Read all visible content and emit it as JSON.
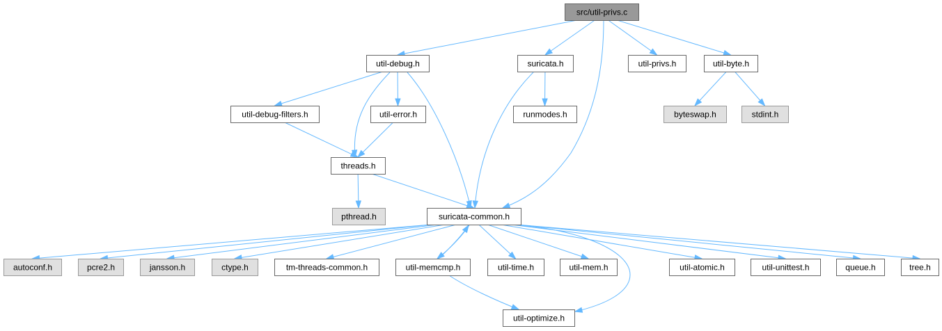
{
  "graph": {
    "colors": {
      "edge": "#63b8ff",
      "root_fill": "#999999",
      "node_fill": "#ffffff",
      "system_fill": "#e0e0e0",
      "border": "#666666"
    },
    "nodes": [
      {
        "id": "root",
        "label": "src/util-privs.c",
        "kind": "root"
      },
      {
        "id": "util_debug",
        "label": "util-debug.h",
        "kind": "normal"
      },
      {
        "id": "suricata",
        "label": "suricata.h",
        "kind": "normal"
      },
      {
        "id": "util_privs",
        "label": "util-privs.h",
        "kind": "normal"
      },
      {
        "id": "util_byte",
        "label": "util-byte.h",
        "kind": "normal"
      },
      {
        "id": "util_debug_filters",
        "label": "util-debug-filters.h",
        "kind": "normal"
      },
      {
        "id": "util_error",
        "label": "util-error.h",
        "kind": "normal"
      },
      {
        "id": "runmodes",
        "label": "runmodes.h",
        "kind": "normal"
      },
      {
        "id": "byteswap",
        "label": "byteswap.h",
        "kind": "system"
      },
      {
        "id": "stdint",
        "label": "stdint.h",
        "kind": "system"
      },
      {
        "id": "threads",
        "label": "threads.h",
        "kind": "normal"
      },
      {
        "id": "pthread",
        "label": "pthread.h",
        "kind": "system"
      },
      {
        "id": "suricata_common",
        "label": "suricata-common.h",
        "kind": "normal"
      },
      {
        "id": "autoconf",
        "label": "autoconf.h",
        "kind": "system"
      },
      {
        "id": "pcre2",
        "label": "pcre2.h",
        "kind": "system"
      },
      {
        "id": "jansson",
        "label": "jansson.h",
        "kind": "system"
      },
      {
        "id": "ctype",
        "label": "ctype.h",
        "kind": "system"
      },
      {
        "id": "tm_threads_common",
        "label": "tm-threads-common.h",
        "kind": "normal"
      },
      {
        "id": "util_memcmp",
        "label": "util-memcmp.h",
        "kind": "normal"
      },
      {
        "id": "util_time",
        "label": "util-time.h",
        "kind": "normal"
      },
      {
        "id": "util_mem",
        "label": "util-mem.h",
        "kind": "normal"
      },
      {
        "id": "util_atomic",
        "label": "util-atomic.h",
        "kind": "normal"
      },
      {
        "id": "util_unittest",
        "label": "util-unittest.h",
        "kind": "normal"
      },
      {
        "id": "queue",
        "label": "queue.h",
        "kind": "normal"
      },
      {
        "id": "tree",
        "label": "tree.h",
        "kind": "normal"
      },
      {
        "id": "util_optimize",
        "label": "util-optimize.h",
        "kind": "normal"
      }
    ],
    "edges": [
      {
        "from": "root",
        "to": "util_debug"
      },
      {
        "from": "root",
        "to": "suricata"
      },
      {
        "from": "root",
        "to": "suricata_common"
      },
      {
        "from": "root",
        "to": "util_privs"
      },
      {
        "from": "root",
        "to": "util_byte"
      },
      {
        "from": "util_debug",
        "to": "util_debug_filters"
      },
      {
        "from": "util_debug",
        "to": "util_error"
      },
      {
        "from": "util_debug",
        "to": "threads"
      },
      {
        "from": "util_debug",
        "to": "suricata_common"
      },
      {
        "from": "util_debug_filters",
        "to": "threads"
      },
      {
        "from": "util_error",
        "to": "threads"
      },
      {
        "from": "suricata",
        "to": "runmodes"
      },
      {
        "from": "suricata",
        "to": "suricata_common"
      },
      {
        "from": "util_byte",
        "to": "byteswap"
      },
      {
        "from": "util_byte",
        "to": "stdint"
      },
      {
        "from": "threads",
        "to": "pthread"
      },
      {
        "from": "threads",
        "to": "suricata_common"
      },
      {
        "from": "suricata_common",
        "to": "autoconf"
      },
      {
        "from": "suricata_common",
        "to": "pcre2"
      },
      {
        "from": "suricata_common",
        "to": "jansson"
      },
      {
        "from": "suricata_common",
        "to": "ctype"
      },
      {
        "from": "suricata_common",
        "to": "tm_threads_common"
      },
      {
        "from": "suricata_common",
        "to": "util_memcmp"
      },
      {
        "from": "suricata_common",
        "to": "util_time"
      },
      {
        "from": "suricata_common",
        "to": "util_mem"
      },
      {
        "from": "suricata_common",
        "to": "util_atomic"
      },
      {
        "from": "suricata_common",
        "to": "util_unittest"
      },
      {
        "from": "suricata_common",
        "to": "queue"
      },
      {
        "from": "suricata_common",
        "to": "tree"
      },
      {
        "from": "suricata_common",
        "to": "util_optimize"
      },
      {
        "from": "util_memcmp",
        "to": "suricata_common"
      },
      {
        "from": "util_memcmp",
        "to": "util_optimize"
      }
    ]
  }
}
